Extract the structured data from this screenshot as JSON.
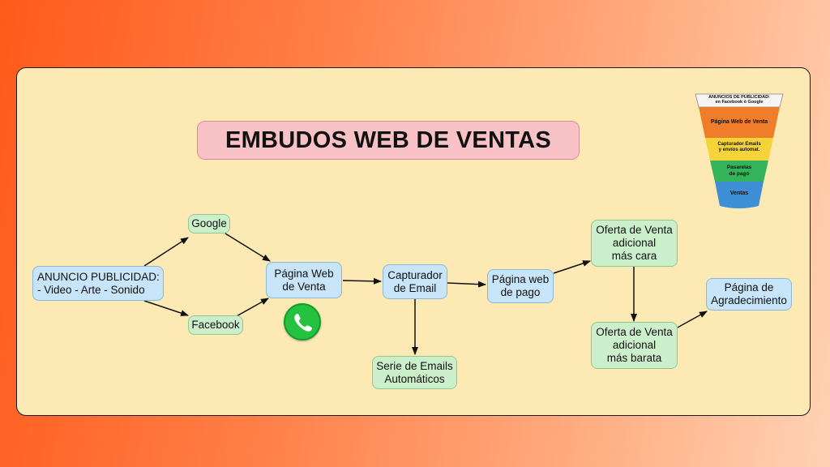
{
  "title": "EMBUDOS WEB DE VENTAS",
  "nodes": {
    "anuncio": "ANUNCIO PUBLICIDAD:\n- Video  - Arte - Sonido",
    "google": "Google",
    "facebook": "Facebook",
    "pagina_web_venta": "Página Web\nde Venta",
    "capturador_email": "Capturador\nde Email",
    "serie_emails": "Serie de Emails\nAutomáticos",
    "pagina_pago": "Página web\nde pago",
    "oferta_cara": "Oferta de Venta\nadicional\nmás cara",
    "oferta_barata": "Oferta de Venta\nadicional\nmás barata",
    "agradecimiento": "Página de\nAgradecimiento"
  },
  "funnel": {
    "layers": [
      {
        "label": "ANUNCIOS DE PUBLICIDAD:\nen Facebook ó Google",
        "color": "#f5f5f5"
      },
      {
        "label": "Página Web de Venta",
        "color": "#f07d2a"
      },
      {
        "label": "Capturador Emails\ny envíos automat.",
        "color": "#f7d33a"
      },
      {
        "label": "Pasarelas\nde pago",
        "color": "#33b35a"
      },
      {
        "label": "Ventas",
        "color": "#3f8fd6"
      }
    ]
  },
  "icons": {
    "whatsapp": "whatsapp-icon"
  }
}
